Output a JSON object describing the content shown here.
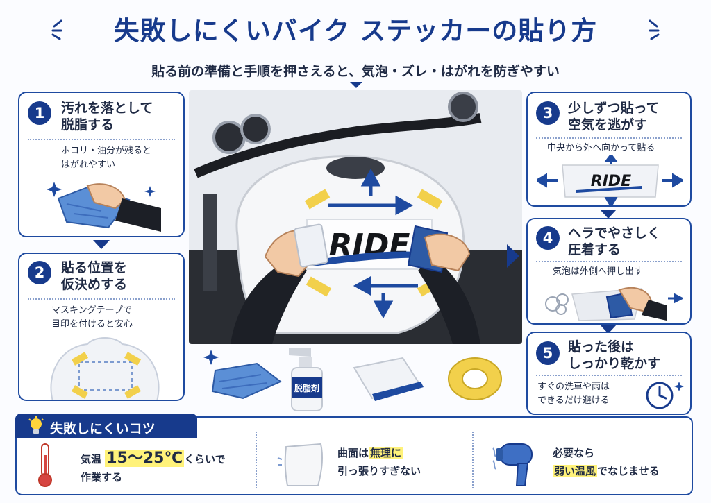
{
  "header": {
    "title": "失敗しにくいバイク ステッカーの貼り方",
    "subtitle": "貼る前の準備と手順を押さえると、気泡・ズレ・はがれを防ぎやすい"
  },
  "steps": [
    {
      "num": "1",
      "title_line1": "汚れを落として",
      "title_line2": "脱脂する",
      "desc_line1": "ホコリ・油分が残ると",
      "desc_line2": "はがれやすい"
    },
    {
      "num": "2",
      "title_line1": "貼る位置を",
      "title_line2": "仮決めする",
      "desc_line1": "マスキングテープで",
      "desc_line2": "目印を付けると安心"
    },
    {
      "num": "3",
      "title_line1": "少しずつ貼って",
      "title_line2": "空気を逃がす",
      "desc_line1": "中央から外へ向かって貼る",
      "desc_line2": ""
    },
    {
      "num": "4",
      "title_line1": "ヘラでやさしく",
      "title_line2": "圧着する",
      "desc_line1": "気泡は外側へ押し出す",
      "desc_line2": ""
    },
    {
      "num": "5",
      "title_line1": "貼った後は",
      "title_line2": "しっかり乾かす",
      "desc_line1": "すぐの洗車や雨は",
      "desc_line2": "できるだけ避ける"
    }
  ],
  "sticker": {
    "text": "RIDE"
  },
  "tools": {
    "degreaser_label": "脱脂剤"
  },
  "tips": {
    "label": "失敗しにくいコツ",
    "tip1": {
      "pre": "気温 ",
      "highlight": "15〜25℃",
      "post": "くらいで",
      "line2": "作業する"
    },
    "tip2": {
      "line1_pre": "曲面は",
      "line1_hl": "無理に",
      "line2": "引っ張りすぎない"
    },
    "tip3": {
      "line1": "必要なら",
      "line2_hl": "弱い温風",
      "line2_post": "でなじませる"
    }
  },
  "colors": {
    "navy": "#173a8c",
    "blue": "#1e4aa0",
    "highlight": "#fff27a",
    "tape": "#f2d04b"
  }
}
